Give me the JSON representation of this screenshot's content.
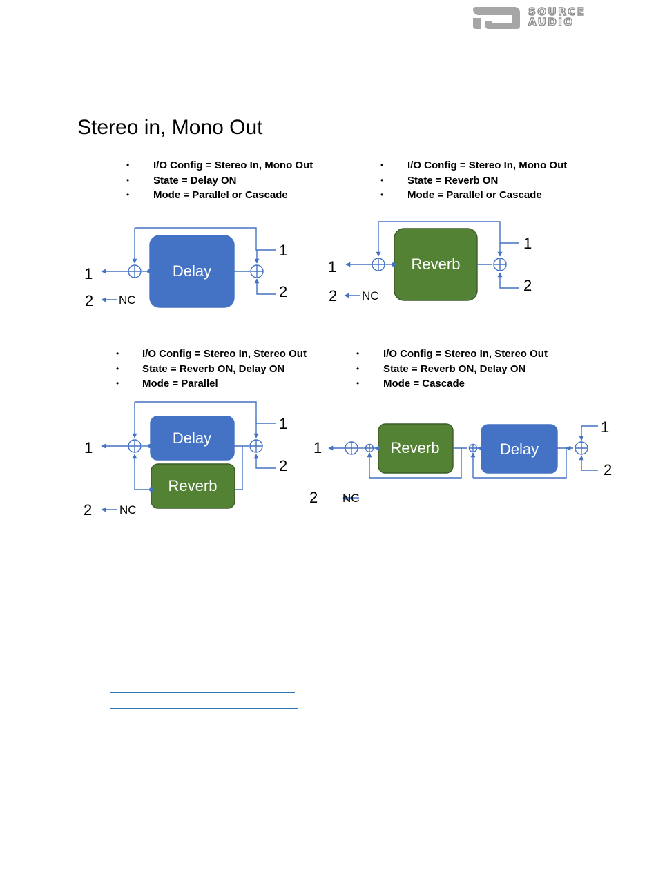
{
  "logo": {
    "line1": "SOURCE",
    "line2": "AUDIO"
  },
  "title": "Stereo in, Mono Out",
  "panels": [
    {
      "bullets": [
        "I/O Config = Stereo In, Mono Out",
        "State = Delay ON",
        "Mode = Parallel or Cascade"
      ]
    },
    {
      "bullets": [
        "I/O Config = Stereo In, Mono Out",
        "State = Reverb ON",
        "Mode = Parallel or Cascade"
      ]
    },
    {
      "bullets": [
        "I/O Config = Stereo In, Stereo Out",
        "State = Reverb ON, Delay ON",
        "Mode = Parallel"
      ]
    },
    {
      "bullets": [
        "I/O Config = Stereo In, Stereo Out",
        "State = Reverb ON, Delay ON",
        "Mode = Cascade"
      ]
    }
  ],
  "bullet_symbol": "•",
  "labels": {
    "delay": "Delay",
    "reverb": "Reverb",
    "nc": "NC",
    "one": "1",
    "two": "2"
  },
  "colors": {
    "delay_block": "#4472c4",
    "reverb_block": "#548235",
    "signal_line": "#4472c4",
    "link": "#2e74b5"
  }
}
